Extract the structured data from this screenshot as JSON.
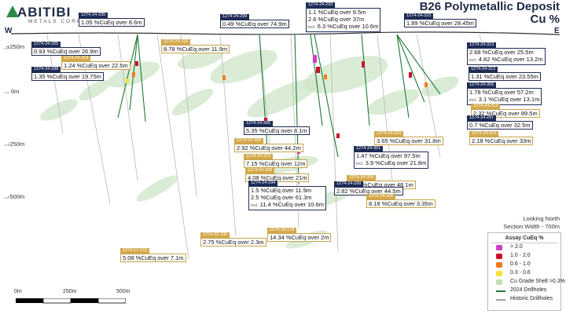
{
  "logo": {
    "word": "ABITIBI",
    "sub": "METALS CORP"
  },
  "title": {
    "line1": "B26 Polymetallic Deposit",
    "line2": "Cu %"
  },
  "directions": {
    "west": "W",
    "east": "E"
  },
  "y_axis": {
    "labels": [
      "+250m",
      "0m",
      "-250m",
      "-500m"
    ]
  },
  "annotations": [
    {
      "hole": "1274-24-335",
      "hole_gold": false,
      "lines": [
        {
          "incl": "",
          "text": "1.05 %CuEq over 8.6m"
        }
      ],
      "gold": false
    },
    {
      "hole": "1274-24-325",
      "hole_gold": false,
      "lines": [
        {
          "incl": "",
          "text": "0.93 %CuEq over 26.9m"
        }
      ],
      "gold": false
    },
    {
      "hole": "1274-24-318",
      "hole_gold": true,
      "lines": [
        {
          "incl": "",
          "text": "1.24 %CuEq over 22.5m"
        }
      ],
      "gold": true
    },
    {
      "hole": "1274-24-338",
      "hole_gold": false,
      "lines": [
        {
          "incl": "",
          "text": "1.35 %CuEq over 19.75m"
        }
      ],
      "gold": false
    },
    {
      "hole": "1274-24-316",
      "hole_gold": true,
      "lines": [
        {
          "incl": "",
          "text": "8.78 %CuEq over 11.9m"
        }
      ],
      "gold": true
    },
    {
      "hole": "1274-24-299",
      "hole_gold": false,
      "lines": [
        {
          "incl": "",
          "text": "0.49 %CuEq over 74.9m"
        }
      ],
      "gold": false
    },
    {
      "hole": "1274-24-293",
      "hole_gold": false,
      "lines": [
        {
          "incl": "",
          "text": "1.1 %CuEq over 9.5m"
        },
        {
          "incl": "",
          "text": "2.6 %CuEq over 37m"
        },
        {
          "incl": "incl.",
          "text": "6.3 %CuEq over 10.6m"
        }
      ],
      "gold": false
    },
    {
      "hole": "1274-24-323",
      "hole_gold": false,
      "lines": [
        {
          "incl": "",
          "text": "1.89 %CuEq over 28.45m"
        }
      ],
      "gold": false
    },
    {
      "hole": "1274-24-313",
      "hole_gold": false,
      "lines": [
        {
          "incl": "",
          "text": "2.68 %CuEq over 25.5m"
        },
        {
          "incl": "incl.",
          "text": "4.82 %CuEq over 13.2m"
        }
      ],
      "gold": false
    },
    {
      "hole": "1274-24-312",
      "hole_gold": false,
      "lines": [
        {
          "incl": "",
          "text": "1.31 %CuEq over 23.55m"
        }
      ],
      "gold": false
    },
    {
      "hole": "1274-24-305",
      "hole_gold": false,
      "lines": [
        {
          "incl": "",
          "text": "1.78 %CuEq over 57.2m"
        },
        {
          "incl": "incl.",
          "text": "3.1 %CuEq over 13.1m"
        }
      ],
      "gold": false
    },
    {
      "hole": "1274-24-313",
      "hole_gold": true,
      "lines": [
        {
          "incl": "",
          "text": "2.32 %CuEq over 89.5m"
        }
      ],
      "gold": true
    },
    {
      "hole": "1274-24-297",
      "hole_gold": false,
      "lines": [
        {
          "incl": "",
          "text": "0.7 %CuEq over 32.5m"
        }
      ],
      "gold": false
    },
    {
      "hole": "1274-24-300",
      "hole_gold": false,
      "lines": [
        {
          "incl": "",
          "text": "5.35 %CuEq over 8.1m"
        }
      ],
      "gold": false
    },
    {
      "hole": "1274-24-306",
      "hole_gold": true,
      "lines": [
        {
          "incl": "",
          "text": "2.92 %CuEq over 44.2m"
        }
      ],
      "gold": true
    },
    {
      "hole": "1274-24-324",
      "hole_gold": true,
      "lines": [
        {
          "incl": "",
          "text": "3.65 %CuEq over 31.8m"
        }
      ],
      "gold": true
    },
    {
      "hole": "1274-24-314",
      "hole_gold": true,
      "lines": [
        {
          "incl": "",
          "text": "2.18 %CuEq over 33m"
        }
      ],
      "gold": true
    },
    {
      "hole": "1274-24-301",
      "hole_gold": false,
      "lines": [
        {
          "incl": "",
          "text": "1.47 %CuEq over 97.5m"
        },
        {
          "incl": "incl.",
          "text": "3.9 %CuEq over 21.8m"
        }
      ],
      "gold": false
    },
    {
      "hole": "1274-24-319",
      "hole_gold": true,
      "lines": [
        {
          "incl": "",
          "text": "7.15 %CuEq over 12m"
        }
      ],
      "gold": true
    },
    {
      "hole": "1274-24-309",
      "hole_gold": true,
      "lines": [
        {
          "incl": "",
          "text": "4.08 %CuEq over 21m"
        }
      ],
      "gold": true
    },
    {
      "hole": "1274-24-309",
      "hole_gold": true,
      "lines": [
        {
          "incl": "",
          "text": "3.05 %CuEq over 48.1m"
        }
      ],
      "gold": true
    },
    {
      "hole": "1274-24-294",
      "hole_gold": false,
      "lines": [
        {
          "incl": "",
          "text": "1.5 %CuEq over 11.9m"
        },
        {
          "incl": "",
          "text": "2.5 %CuEq over 61.3m"
        },
        {
          "incl": "incl.",
          "text": "11.4 %CuEq over 10.6m"
        }
      ],
      "gold": false
    },
    {
      "hole": "1274-24-339",
      "hole_gold": false,
      "lines": [
        {
          "incl": "",
          "text": "2.82 %CuEq over 44.5m"
        }
      ],
      "gold": false
    },
    {
      "hole": "1274-24-336",
      "hole_gold": true,
      "lines": [
        {
          "incl": "",
          "text": "8.18 %CuEq over 3.35m"
        }
      ],
      "gold": true
    },
    {
      "hole": "1274-22-206",
      "hole_gold": true,
      "lines": [
        {
          "incl": "",
          "text": "2.75 %CuEq over 2.3m"
        }
      ],
      "gold": true
    },
    {
      "hole": "1274-18-178",
      "hole_gold": true,
      "lines": [
        {
          "incl": "",
          "text": "14.34 %CuEq over 2m"
        }
      ],
      "gold": true
    },
    {
      "hole": "1274-17-110",
      "hole_gold": true,
      "lines": [
        {
          "incl": "",
          "text": "5.08 %CuEq over 7.1m"
        }
      ],
      "gold": true
    }
  ],
  "section_info": {
    "line1": "Looking North",
    "line2": "Section Width - 700m"
  },
  "legend": {
    "title": "Assay CuEq %",
    "items": [
      {
        "label": "> 2.0",
        "color": "#d23cc8"
      },
      {
        "label": "1.0 - 2.0",
        "color": "#c8102e"
      },
      {
        "label": "0.6 - 1.0",
        "color": "#f07c1a"
      },
      {
        "label": "0.3 - 0.6",
        "color": "#f3e33c"
      },
      {
        "label": "Cu Grade Shell >0.3%",
        "color": "#bfe0b8"
      },
      {
        "label": "2024 Drillholes",
        "color": "#1e7a32"
      },
      {
        "label": "Historic Drillholes",
        "color": "#9aa39a"
      }
    ]
  },
  "scale": {
    "labels": [
      "0m",
      "250m",
      "500m"
    ]
  }
}
